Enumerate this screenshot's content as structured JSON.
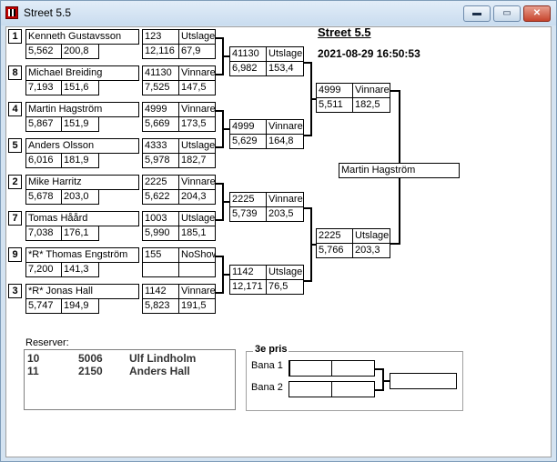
{
  "window": {
    "title": "Street 5.5",
    "min_label": "▬",
    "max_label": "▭",
    "close_label": "✕"
  },
  "header": {
    "title": "Street 5.5",
    "datetime": "2021-08-29 16:50:53"
  },
  "r1": [
    {
      "seed": "1",
      "name": "Kenneth Gustavsson",
      "rt": "5,562",
      "speed": "200,8",
      "time": "123",
      "result": "Utslager",
      "et": "12,116",
      "speed2": "67,9"
    },
    {
      "seed": "8",
      "name": "Michael Breiding",
      "rt": "7,193",
      "speed": "151,6",
      "time": "41130",
      "result": "Vinnare",
      "et": "7,525",
      "speed2": "147,5"
    },
    {
      "seed": "4",
      "name": "Martin Hagström",
      "rt": "5,867",
      "speed": "151,9",
      "time": "4999",
      "result": "Vinnare",
      "et": "5,669",
      "speed2": "173,5"
    },
    {
      "seed": "5",
      "name": "Anders Olsson",
      "rt": "6,016",
      "speed": "181,9",
      "time": "4333",
      "result": "Utslager",
      "et": "5,978",
      "speed2": "182,7"
    },
    {
      "seed": "2",
      "name": "Mike Harritz",
      "rt": "5,678",
      "speed": "203,0",
      "time": "2225",
      "result": "Vinnare",
      "et": "5,622",
      "speed2": "204,3"
    },
    {
      "seed": "7",
      "name": "Tomas Håård",
      "rt": "7,038",
      "speed": "176,1",
      "time": "1003",
      "result": "Utslager",
      "et": "5,990",
      "speed2": "185,1"
    },
    {
      "seed": "9",
      "name": "*R* Thomas Engström",
      "rt": "7,200",
      "speed": "141,3",
      "time": "155",
      "result": "NoShow",
      "et": "",
      "speed2": ""
    },
    {
      "seed": "3",
      "name": "*R* Jonas Hall",
      "rt": "5,747",
      "speed": "194,9",
      "time": "1142",
      "result": "Vinnare",
      "et": "5,823",
      "speed2": "191,5"
    }
  ],
  "r2": [
    {
      "time": "41130",
      "result": "Utslager",
      "et": "6,982",
      "speed": "153,4"
    },
    {
      "time": "4999",
      "result": "Vinnare",
      "et": "5,629",
      "speed": "164,8"
    },
    {
      "time": "2225",
      "result": "Vinnare",
      "et": "5,739",
      "speed": "203,5"
    },
    {
      "time": "1142",
      "result": "Utslager",
      "et": "12,171",
      "speed": "76,5"
    }
  ],
  "r3": [
    {
      "time": "4999",
      "result": "Vinnare",
      "et": "5,511",
      "speed": "182,5"
    },
    {
      "time": "2225",
      "result": "Utslager",
      "et": "5,766",
      "speed": "203,3"
    }
  ],
  "winner": "Martin Hagström",
  "reserves": {
    "label": "Reserver:",
    "items": [
      {
        "pos": "10",
        "num": "5006",
        "name": "Ulf Lindholm"
      },
      {
        "pos": "11",
        "num": "2150",
        "name": "Anders Hall"
      }
    ]
  },
  "third": {
    "label": "3e pris",
    "bana1": "Bana 1",
    "bana2": "Bana 2"
  }
}
